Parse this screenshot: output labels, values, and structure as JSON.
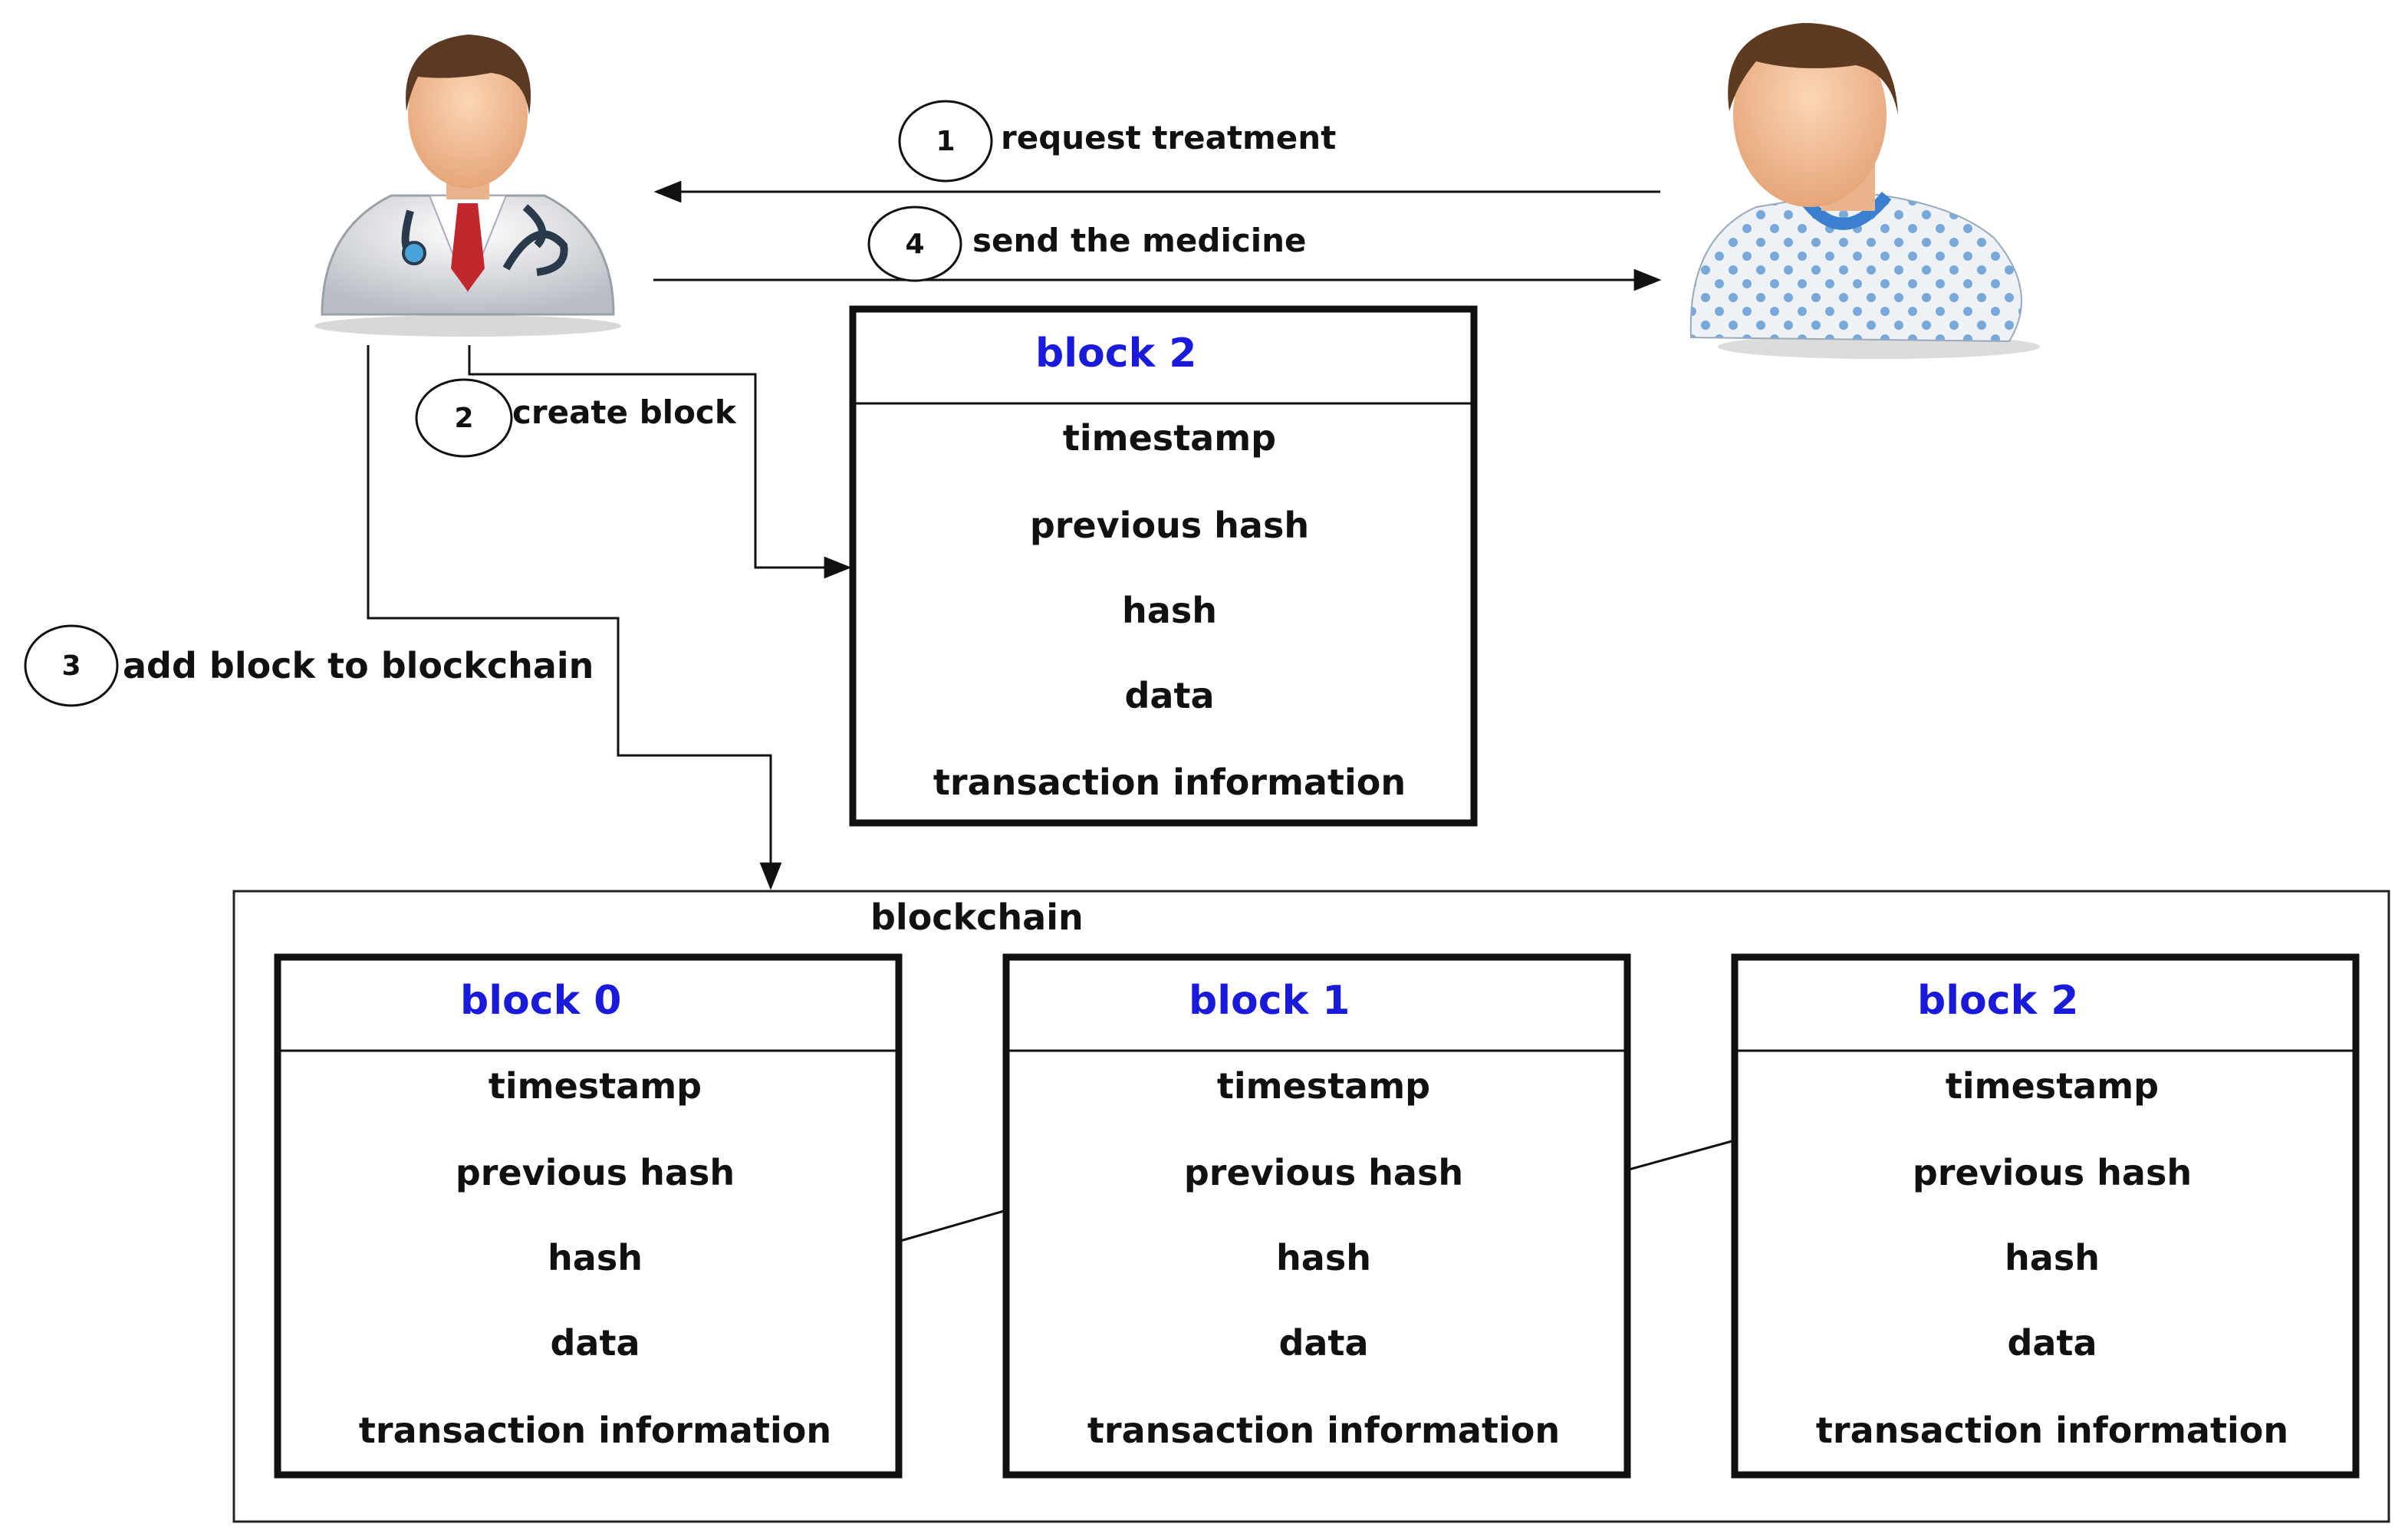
{
  "steps": [
    {
      "number": "1",
      "label": "request treatment"
    },
    {
      "number": "2",
      "label": "create block"
    },
    {
      "number": "3",
      "label": "add block to blockchain"
    },
    {
      "number": "4",
      "label": "send the medicine"
    }
  ],
  "new_block": {
    "title": "block 2",
    "fields": [
      "timestamp",
      "previous hash",
      "hash",
      "data",
      "transaction information"
    ]
  },
  "blockchain": {
    "label": "blockchain",
    "blocks": [
      {
        "title": "block 0",
        "fields": [
          "timestamp",
          "previous hash",
          "hash",
          "data",
          "transaction information"
        ]
      },
      {
        "title": "block 1",
        "fields": [
          "timestamp",
          "previous hash",
          "hash",
          "data",
          "transaction information"
        ]
      },
      {
        "title": "block 2",
        "fields": [
          "timestamp",
          "previous hash",
          "hash",
          "data",
          "transaction information"
        ]
      }
    ]
  },
  "icons": {
    "doctor": "doctor-icon",
    "patient": "patient-icon"
  },
  "colors": {
    "block_title": "#1a1adb",
    "line": "#111111"
  }
}
